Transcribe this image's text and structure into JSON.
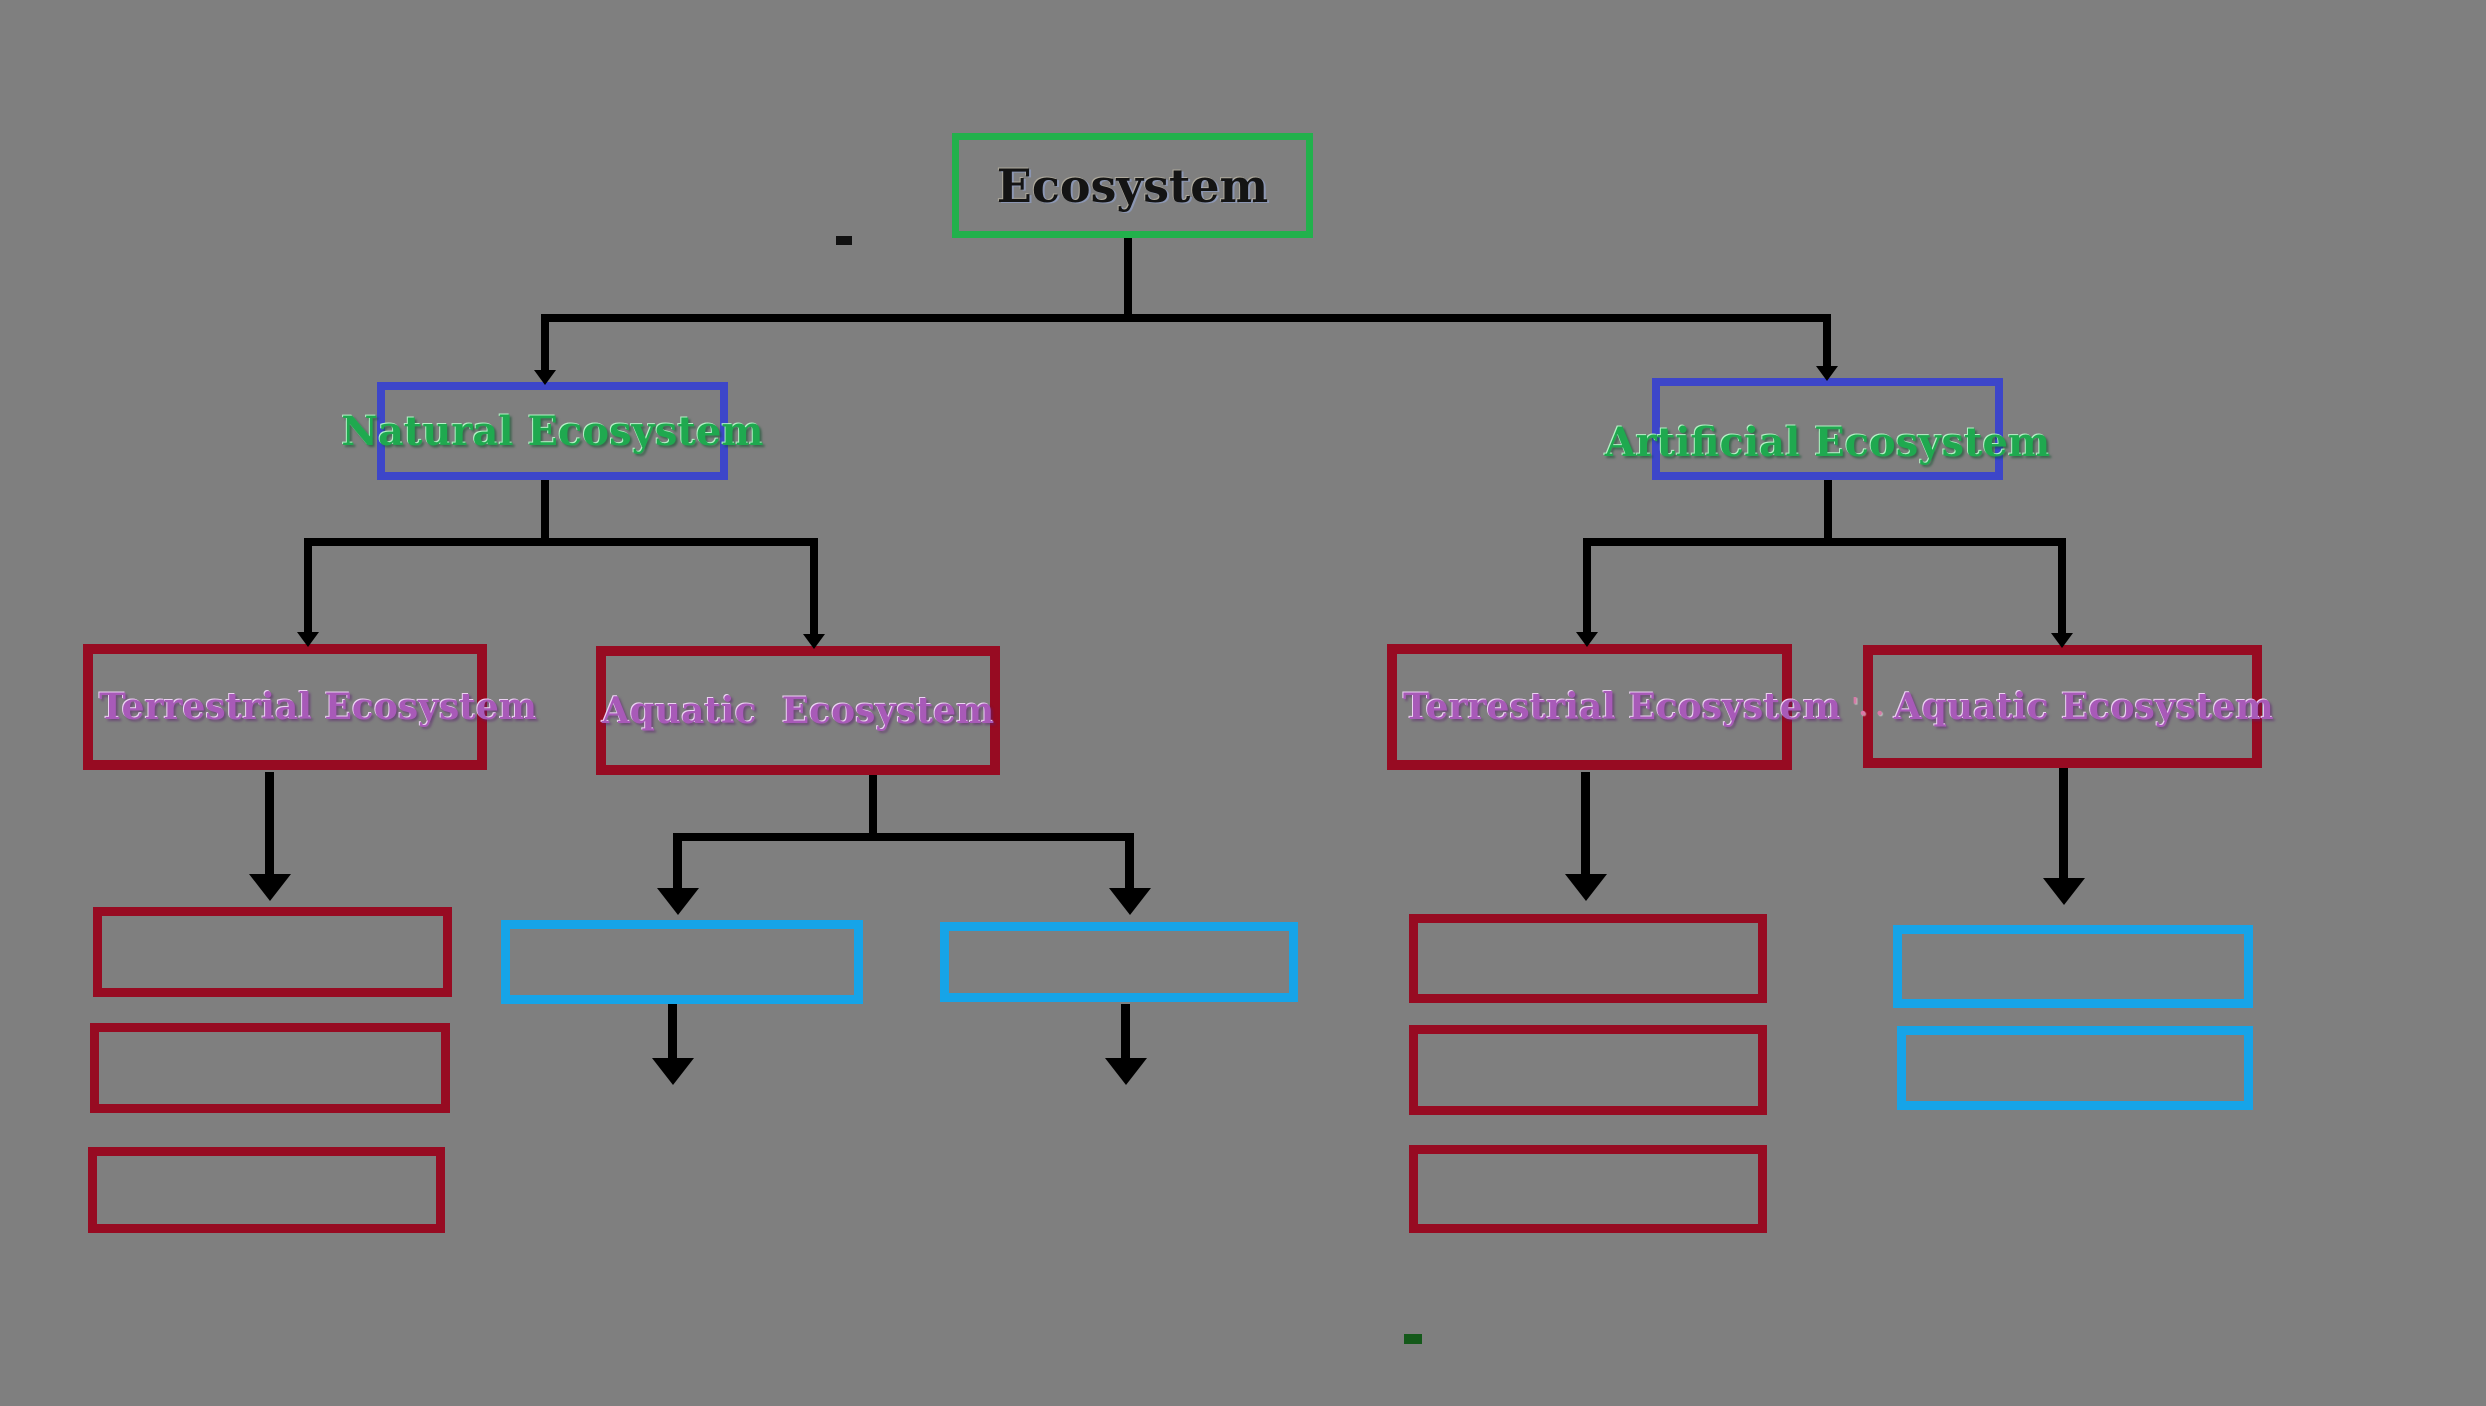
{
  "diagram": {
    "type": "flowchart",
    "topic": "Ecosystem classification",
    "hierarchy": {
      "root": "Ecosystem",
      "children": [
        {
          "name": "Natural Ecosystem",
          "children": [
            {
              "name": "Terrestrial Ecosystem",
              "empty_placeholders": 3
            },
            {
              "name": "Aquatic Ecosystem",
              "empty_placeholders": 2
            }
          ]
        },
        {
          "name": "Artificial Ecosystem",
          "children": [
            {
              "name": "Terrestrial Ecosystem",
              "empty_placeholders": 3
            },
            {
              "name": "Aquatic Ecosystem",
              "empty_placeholders": 2
            }
          ]
        }
      ]
    }
  },
  "nodes": {
    "root": {
      "label": "Ecosystem"
    },
    "natural": {
      "label": "Natural Ecosystem"
    },
    "artificial": {
      "label": "Artificial Ecosystem"
    },
    "terrestrial_left": {
      "label": "Terrestrial Ecosystem"
    },
    "aquatic_left": {
      "label": "Aquatic  Ecosystem"
    },
    "terrestrial_right": {
      "label": "Terrestrial Ecosystem"
    },
    "aquatic_right": {
      "prefix": "'. .",
      "label": "Aquatic Ecosystem"
    }
  },
  "colors": {
    "background": "#7f7f7f",
    "root_border": "#22b14c",
    "level1_border": "#3d46c9",
    "level2_border": "#970b22",
    "aquatic_sub_border": "#16a4e8",
    "connector": "#000000",
    "root_text": "#141414",
    "level1_text": "#1fa94f",
    "level2_text": "#a85ab8"
  }
}
